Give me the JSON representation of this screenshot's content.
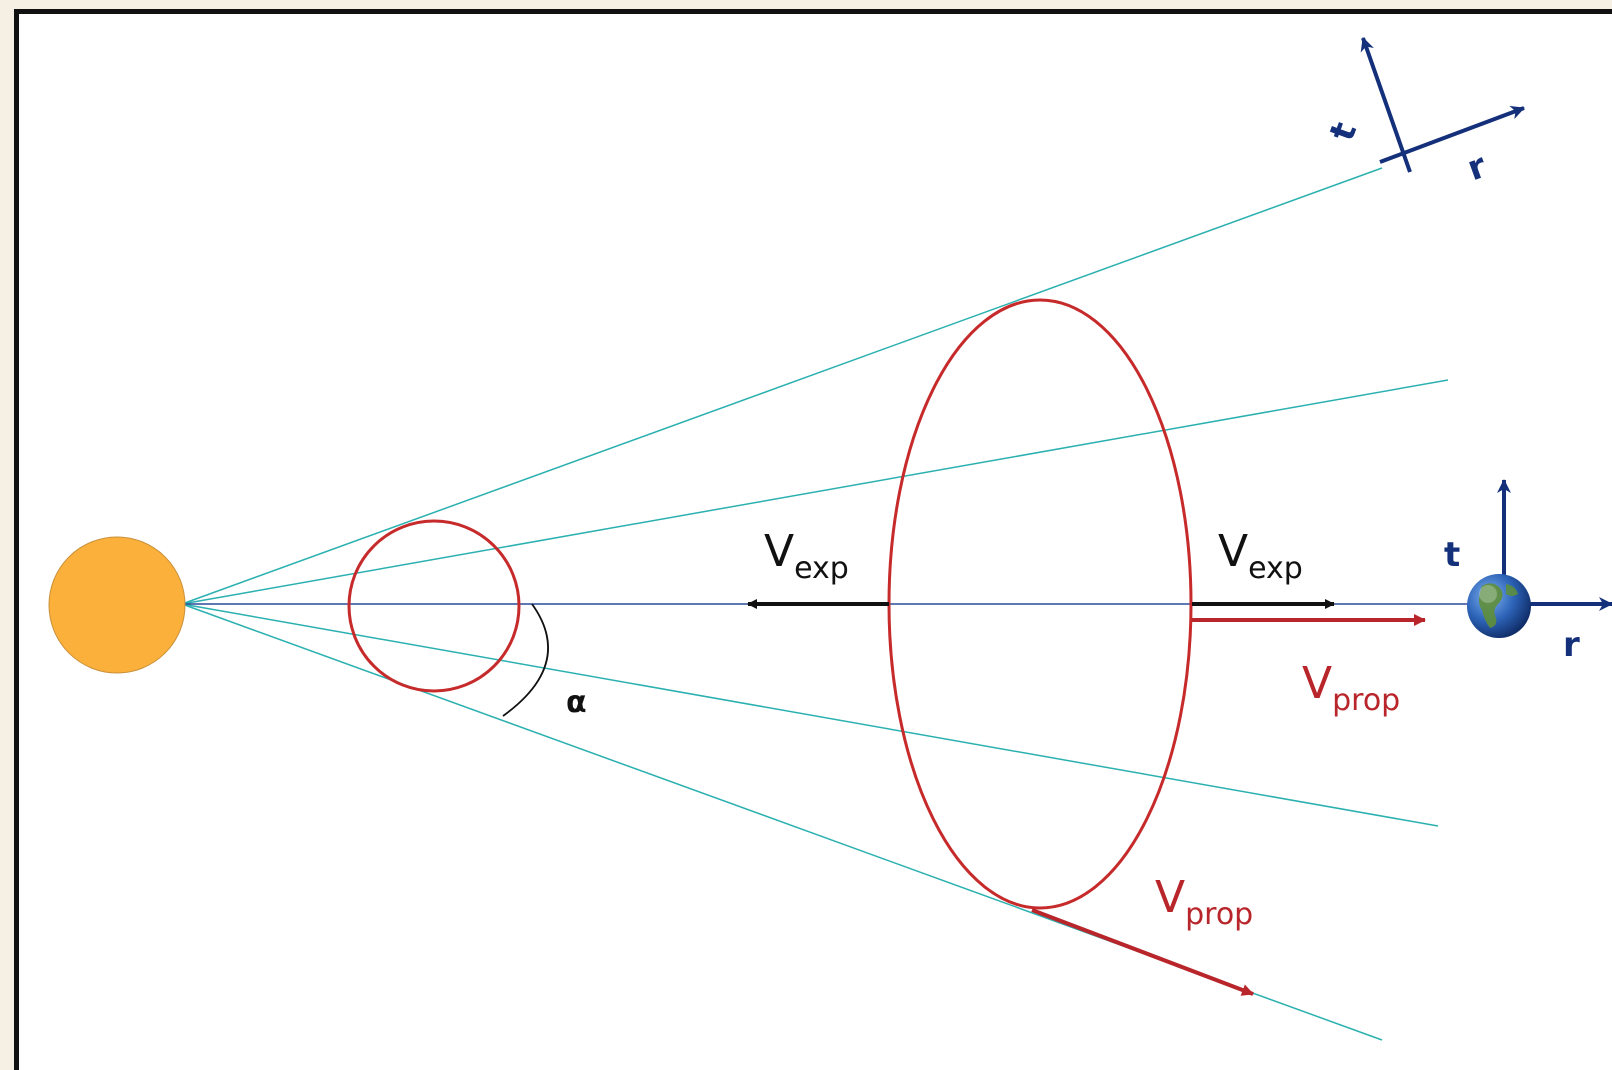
{
  "colors": {
    "ray": "#2ab0b0",
    "sun_line": "#2a4c9c",
    "cme": "#c62a2a",
    "axis": "#14307a",
    "sun": "#fbb03b",
    "vector_black": "#111111",
    "vector_red": "#b8252a"
  },
  "labels": {
    "vexp_left": {
      "main": "V",
      "sub": "exp"
    },
    "vexp_right": {
      "main": "V",
      "sub": "exp"
    },
    "vprop_axis": {
      "main": "V",
      "sub": "prop"
    },
    "vprop_flank": {
      "main": "V",
      "sub": "prop"
    },
    "alpha": "α"
  },
  "frames": {
    "flank": {
      "t": "t",
      "r": "r"
    },
    "earth": {
      "t": "t",
      "r": "r"
    }
  },
  "icons": {
    "sun": "sun-disk",
    "earth": "earth-globe-icon"
  }
}
